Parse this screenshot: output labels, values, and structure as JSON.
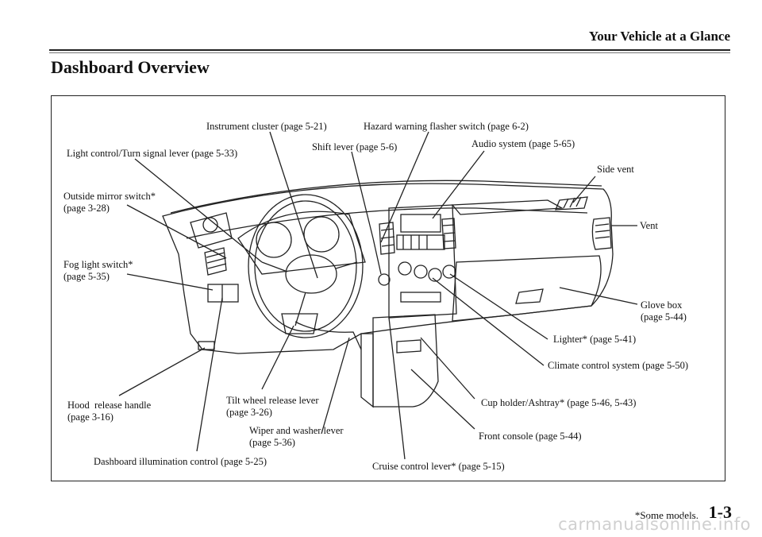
{
  "header": {
    "section": "Your Vehicle at a Glance"
  },
  "page_title": "Dashboard Overview",
  "labels": {
    "instrument_cluster": "Instrument cluster (page 5-21)",
    "hazard_switch": "Hazard warning flasher switch (page 6-2)",
    "shift_lever": "Shift lever (page 5-6)",
    "audio_system": "Audio system (page 5-65)",
    "light_control": "Light control/Turn signal lever (page 5-33)",
    "side_vent": "Side vent",
    "outside_mirror": "Outside mirror switch*\n(page 3-28)",
    "vent": "Vent",
    "fog_light": "Fog light switch*\n(page 5-35)",
    "glove_box": "Glove box\n(page 5-44)",
    "lighter": "Lighter* (page 5-41)",
    "climate_control": "Climate control system (page 5-50)",
    "tilt_wheel": "Tilt wheel release lever\n(page 3-26)",
    "hood_release": "Hood  release handle\n(page 3-16)",
    "cup_holder": "Cup holder/Ashtray* (page 5-46, 5-43)",
    "wiper_washer": "Wiper and washer lever\n(page 5-36)",
    "front_console": "Front console (page 5-44)",
    "dash_illumination": "Dashboard illumination control (page 5-25)",
    "cruise_control": "Cruise control lever* (page 5-15)"
  },
  "footer": {
    "note": "*Some models.",
    "page_number": "1-3",
    "watermark": "carmanualsonline.info"
  }
}
